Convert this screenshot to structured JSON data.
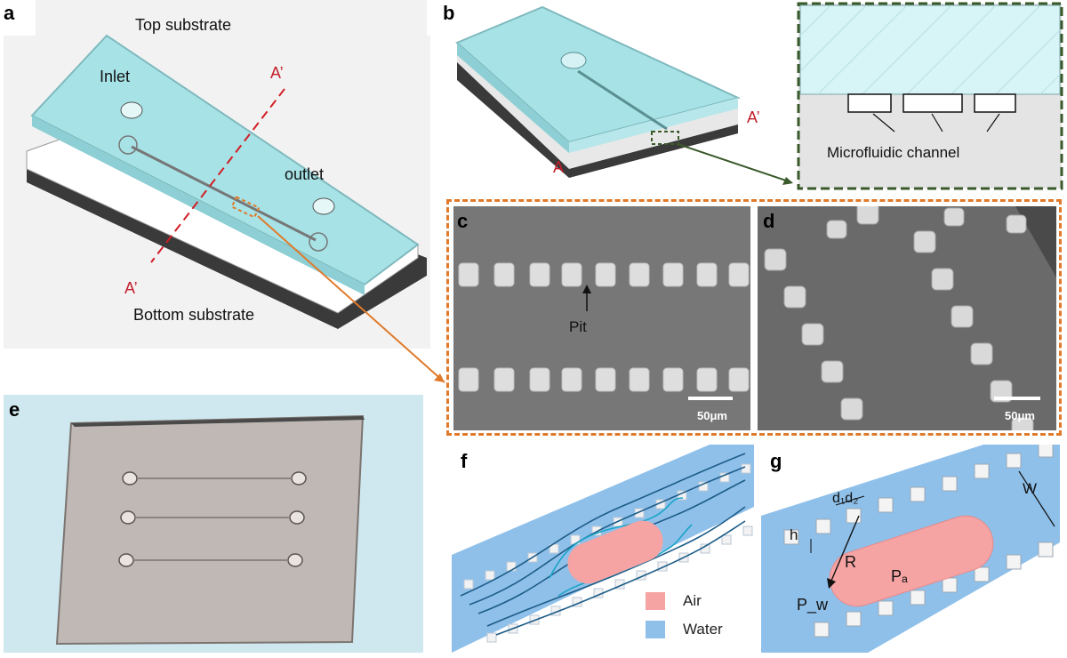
{
  "panels": {
    "a": {
      "label": "a",
      "top_substrate": "Top  substrate",
      "bottom_substrate": "Bottom substrate",
      "inlet": "Inlet",
      "outlet": "outlet",
      "section_top": "A’",
      "section_bottom": "A’"
    },
    "b": {
      "label": "b",
      "section_a": "A",
      "section_a_prime": "A’",
      "channel_label": "Microfluidic channel"
    },
    "c": {
      "label": "c",
      "pit_label": "Pit",
      "scale": "50μm"
    },
    "d": {
      "label": "d",
      "scale": "50μm"
    },
    "e": {
      "label": "e"
    },
    "f": {
      "label": "f",
      "legend": [
        {
          "name": "Air",
          "color": "#f5a3a3"
        },
        {
          "name": "Water",
          "color": "#8fc0ea"
        }
      ]
    },
    "g": {
      "label": "g",
      "d1d2": "d₁d₂",
      "w": "W",
      "h": "h",
      "r": "R",
      "pa": "Pₐ",
      "pw": "P_w"
    }
  },
  "colors": {
    "cyan_substrate": "#a6e2e6",
    "orange_dash": "#e07a2a",
    "green_dash": "#3a5a2a",
    "water": "#8fc0ea",
    "air": "#f5a3a3"
  }
}
